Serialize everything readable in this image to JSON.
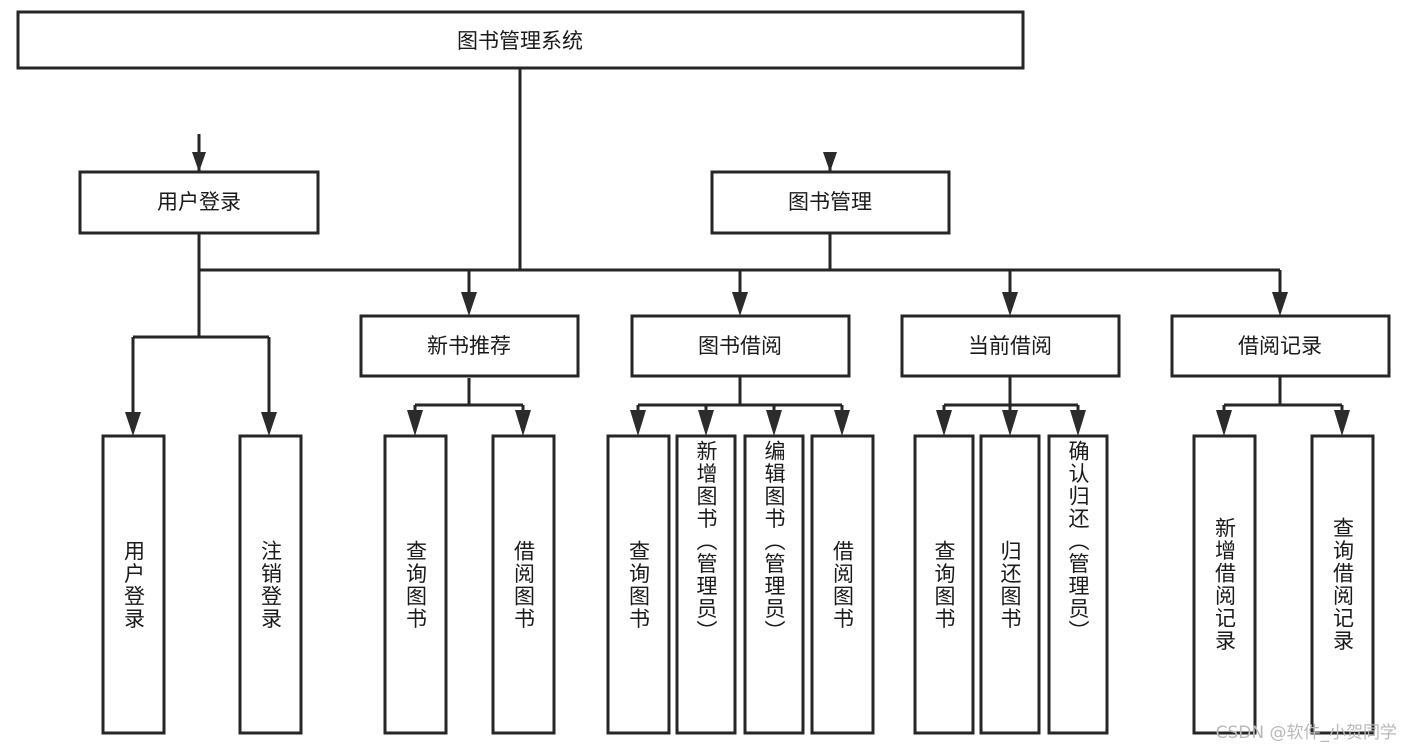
{
  "diagram": {
    "type": "tree",
    "title_node": {
      "label": "图书管理系统"
    },
    "level2": [
      {
        "id": "user-login",
        "label": "用户登录"
      },
      {
        "id": "book-management",
        "label": "图书管理"
      }
    ],
    "level3": [
      {
        "id": "new-book-recommend",
        "label": "新书推荐",
        "parent": "book-management"
      },
      {
        "id": "book-borrow",
        "label": "图书借阅",
        "parent": "book-management"
      },
      {
        "id": "current-borrow",
        "label": "当前借阅",
        "parent": "book-management"
      },
      {
        "id": "borrow-record",
        "label": "借阅记录",
        "parent": "book-management"
      }
    ],
    "leaves": {
      "user_login": [
        {
          "id": "leaf-user-login",
          "label": "用户登录"
        },
        {
          "id": "leaf-logout",
          "label": "注销登录"
        }
      ],
      "new_book_recommend": [
        {
          "id": "leaf-query-book-1",
          "label": "查询图书"
        },
        {
          "id": "leaf-borrow-book-1",
          "label": "借阅图书"
        }
      ],
      "book_borrow": [
        {
          "id": "leaf-query-book-2",
          "label": "查询图书"
        },
        {
          "id": "leaf-add-book",
          "label": "新增图书（管理员）"
        },
        {
          "id": "leaf-edit-book",
          "label": "编辑图书（管理员）"
        },
        {
          "id": "leaf-borrow-book-2",
          "label": "借阅图书"
        }
      ],
      "current_borrow": [
        {
          "id": "leaf-query-book-3",
          "label": "查询图书"
        },
        {
          "id": "leaf-return-book",
          "label": "归还图书"
        },
        {
          "id": "leaf-confirm-return",
          "label": "确认归还（管理员）"
        }
      ],
      "borrow_record": [
        {
          "id": "leaf-add-record",
          "label": "新增借阅记录"
        },
        {
          "id": "leaf-query-record",
          "label": "查询借阅记录"
        }
      ]
    }
  },
  "watermark": {
    "text": "CSDN @软件_小贺同学"
  },
  "colors": {
    "box_stroke": "#262626",
    "box_fill": "#ffffff",
    "text": "#1a1a1a",
    "watermark": "#b9b9b9",
    "background": "#ffffff"
  }
}
